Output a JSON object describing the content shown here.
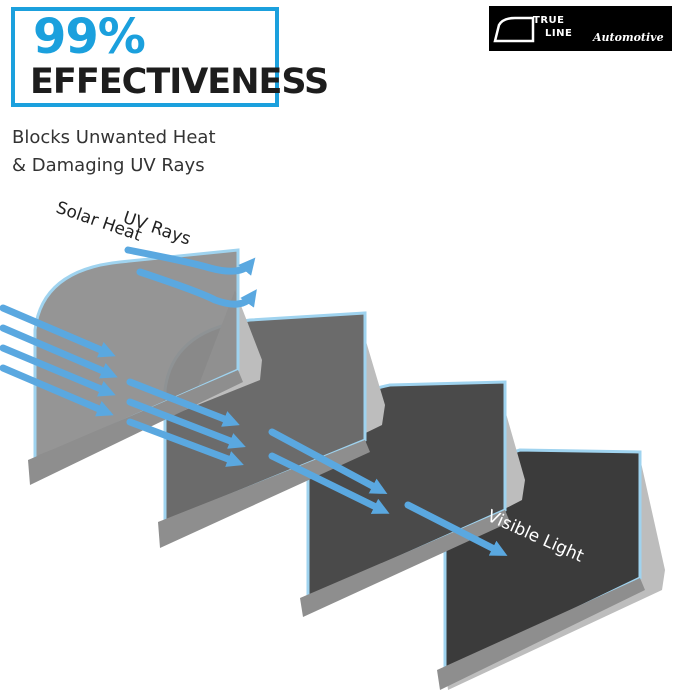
{
  "headline": {
    "percent": "99%",
    "word": "EFFECTIVENESS"
  },
  "subtitle": {
    "line1": "Blocks Unwanted Heat",
    "line2": "& Damaging UV Rays"
  },
  "logo": {
    "line_a": "TRUE",
    "line_b": "LINE",
    "script": "Automotive"
  },
  "labels": {
    "uv": "UV Rays",
    "solar": "Solar Heat",
    "visible": "Visible Light"
  },
  "colors": {
    "accent": "#1ba0dd",
    "arrow": "#5aa8e0",
    "edge": "#9fd3ef",
    "base": "#8e8e8e"
  }
}
